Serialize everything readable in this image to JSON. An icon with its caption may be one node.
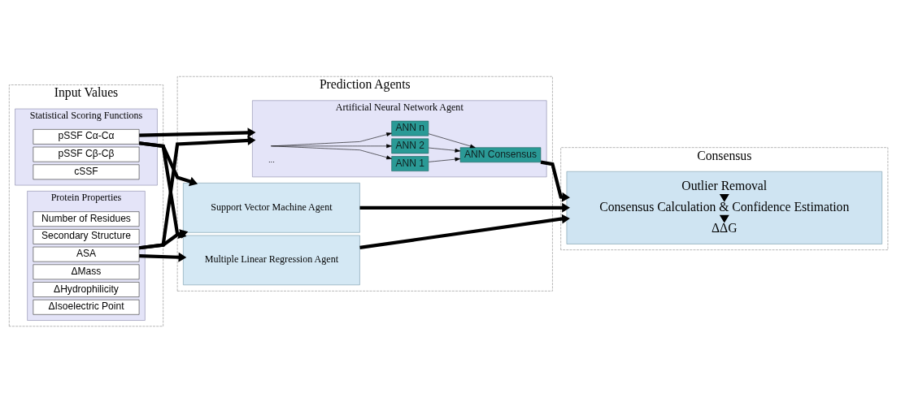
{
  "diagram": {
    "nodes": [
      {
        "text": [
          "Input Values"
        ]
      },
      {
        "text": [
          "Statistical Scoring Functions"
        ],
        "in": 0
      },
      {
        "text": [
          "pSSF Cα-Cα"
        ],
        "in": 1
      },
      {
        "text": [
          "pSSF Cβ-Cβ"
        ],
        "in": 1
      },
      {
        "text": [
          "cSSF"
        ],
        "in": 1
      },
      {
        "text": [
          "Protein Properties"
        ],
        "in": 0
      },
      {
        "text": [
          "Number of Residues"
        ],
        "in": 5
      },
      {
        "text": [
          "Secondary Structure"
        ],
        "in": 5
      },
      {
        "text": [
          "ASA"
        ],
        "in": 5
      },
      {
        "text": [
          "ΔMass"
        ],
        "in": 5
      },
      {
        "text": [
          "ΔHydrophilicity"
        ],
        "in": 5
      },
      {
        "text": [
          "ΔIsoelectric Point"
        ],
        "in": 5
      },
      {
        "text": [
          "Prediction Agents"
        ]
      },
      {
        "text": [
          "Artificial Neural Network Agent"
        ],
        "in": 12
      },
      {
        "text": [
          "ANN 1"
        ],
        "in": 13
      },
      {
        "text": [
          "ANN 2"
        ],
        "in": 13
      },
      {
        "text": [
          "ANN n"
        ],
        "in": 13
      },
      {
        "text": [
          "ANN Consensus"
        ],
        "in": 13
      },
      {
        "text": [
          "Support Vector Machine Agent"
        ],
        "in": 12
      },
      {
        "text": [
          "Multiple Linear Regression Agent"
        ],
        "in": 12
      },
      {
        "text": [
          "Consensus"
        ]
      },
      {
        "text": [],
        "shape": "box",
        "in": 20
      },
      {
        "text": [
          "Outlier Removal"
        ],
        "in": 21
      },
      {
        "text": [
          "Consensus Calculation & Confidence Estimation"
        ],
        "in": 21
      },
      {
        "text": [
          "ΔΔG"
        ],
        "in": 21
      }
    ],
    "edges": [
      {
        "from": 2,
        "to": 13,
        "arrow": "to"
      },
      {
        "from": 2,
        "to": 18,
        "arrow": "to"
      },
      {
        "from": 2,
        "to": 19,
        "arrow": "to"
      },
      {
        "from": 8,
        "to": 13,
        "arrow": "to"
      },
      {
        "from": 8,
        "to": 18,
        "arrow": "to"
      },
      {
        "from": 8,
        "to": 19,
        "arrow": "to"
      },
      {
        "from": 13,
        "to": 14,
        "arrow": "to"
      },
      {
        "from": 13,
        "to": 15,
        "arrow": "to"
      },
      {
        "from": 13,
        "to": 16,
        "arrow": "to"
      },
      {
        "from": 14,
        "to": 17,
        "arrow": "to"
      },
      {
        "from": 15,
        "to": 17,
        "arrow": "to"
      },
      {
        "from": 16,
        "to": 17,
        "arrow": "to"
      },
      {
        "from": 17,
        "to": 21,
        "arrow": "to"
      },
      {
        "from": 18,
        "to": 21,
        "arrow": "to"
      },
      {
        "from": 19,
        "to": 21,
        "arrow": "to"
      },
      {
        "from": 22,
        "to": 23,
        "arrow": "to"
      },
      {
        "from": 23,
        "to": 24,
        "arrow": "to"
      }
    ],
    "labels": [
      "..."
    ]
  }
}
